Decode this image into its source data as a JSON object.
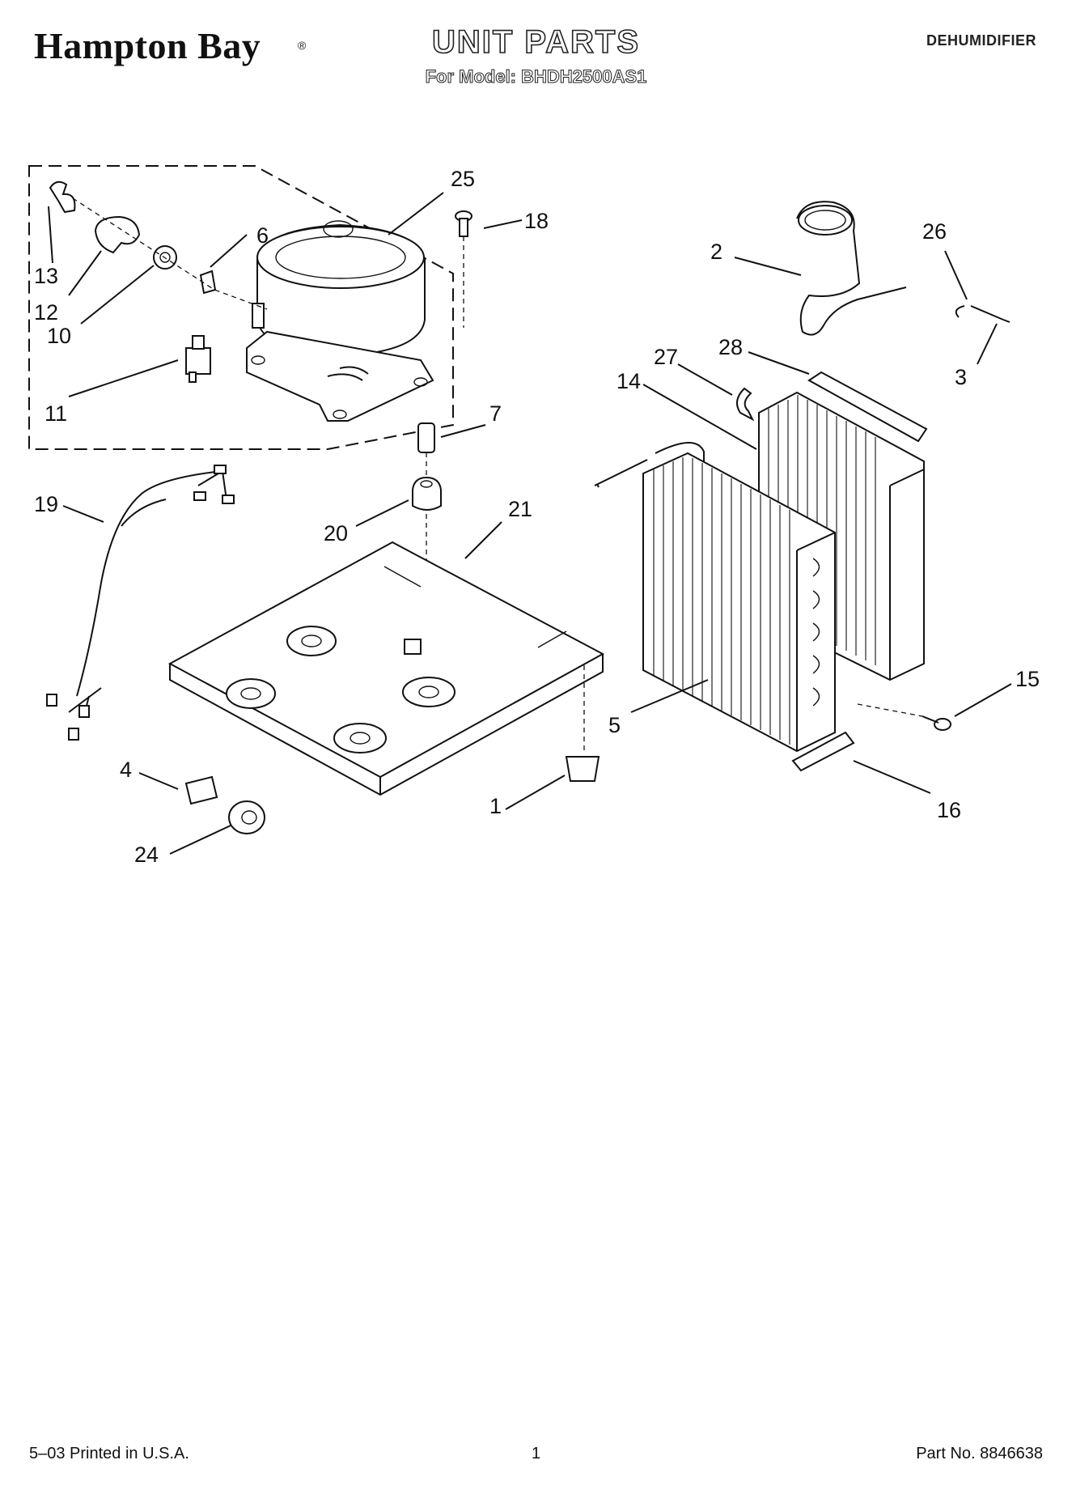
{
  "header": {
    "brand": "Hampton Bay",
    "brand_mark": "®",
    "title": "UNIT PARTS",
    "subtitle": "For Model: BHDH2500AS1",
    "category": "DEHUMIDIFIER"
  },
  "callouts": [
    "25",
    "18",
    "6",
    "13",
    "12",
    "10",
    "11",
    "7",
    "19",
    "20",
    "21",
    "4",
    "24",
    "1",
    "2",
    "26",
    "3",
    "28",
    "27",
    "14",
    "5",
    "15",
    "16"
  ],
  "footer": {
    "print_date": "5–03 Printed in U.S.A.",
    "page_number": "1",
    "part_number": "Part No. 8846638"
  }
}
